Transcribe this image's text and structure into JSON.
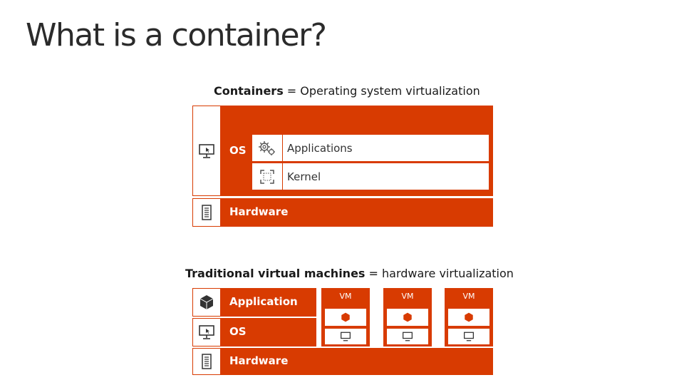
{
  "slide": {
    "title": "What is a container?"
  },
  "containers": {
    "caption_bold": "Containers",
    "caption_rest": " = Operating system virtualization",
    "os_label": "OS",
    "applications_label": "Applications",
    "kernel_label": "Kernel",
    "hardware_label": "Hardware",
    "icons": [
      "monitor-icon",
      "gears-icon",
      "kernel-icon",
      "server-icon"
    ]
  },
  "traditional_vms": {
    "caption_bold": "Traditional virtual machines",
    "caption_rest": " = hardware virtualization",
    "application_label": "Application",
    "os_label": "OS",
    "hardware_label": "Hardware",
    "vm_labels": [
      "VM",
      "VM",
      "VM"
    ],
    "icons": [
      "cube-icon",
      "monitor-icon",
      "server-icon"
    ]
  },
  "colors": {
    "accent": "#d83b01",
    "background": "#ffffff",
    "text": "#1a1a1a"
  }
}
